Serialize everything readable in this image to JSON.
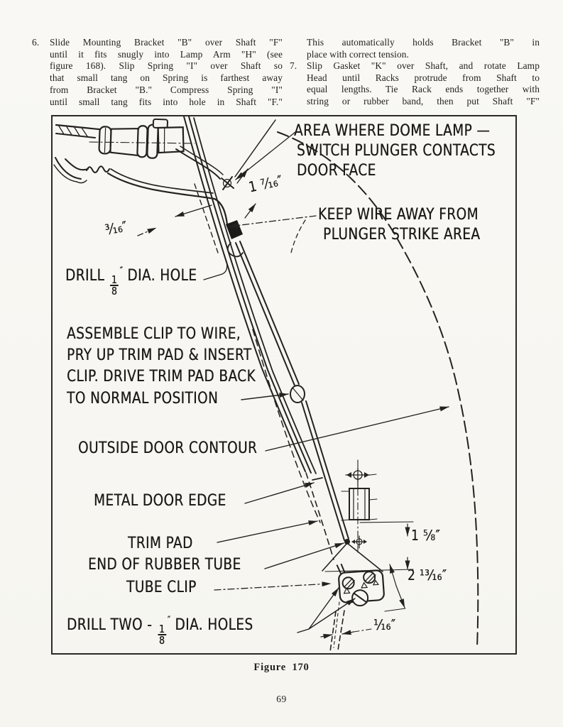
{
  "page": {
    "background": "#f7f6f2",
    "ink": "#242220",
    "number": "69"
  },
  "instructions": {
    "item6": {
      "number": "6.",
      "lines": [
        "Slide Mounting Bracket \"B\" over Shaft \"F\"",
        "until it fits snugly into Lamp Arm \"H\" (see",
        "figure 168).  Slip Spring \"I\" over Shaft so",
        "that small tang on Spring is farthest away",
        "from Bracket \"B.\"  Compress Spring \"I\"",
        "until small tang fits into hole in Shaft \"F.\""
      ]
    },
    "item7_intro": {
      "lines": [
        "This automatically holds Bracket \"B\" in",
        "place with correct tension."
      ]
    },
    "item7": {
      "number": "7.",
      "lines": [
        "Slip Gasket \"K\" over Shaft, and rotate Lamp",
        "Head until Racks protrude from Shaft to",
        "equal lengths.  Tie Rack ends together with",
        "string or rubber band, then put Shaft \"F\""
      ]
    }
  },
  "figure": {
    "caption": "Figure 170",
    "labels": {
      "area1": "AREA WHERE DOME LAMP —",
      "area2": "SWITCH PLUNGER CONTACTS",
      "area3": "DOOR FACE",
      "keep1": "KEEP WIRE AWAY FROM",
      "keep2": "PLUNGER STRIKE AREA",
      "assemble1": "ASSEMBLE CLIP TO WIRE,",
      "assemble2": "PRY UP TRIM PAD & INSERT",
      "assemble3": "CLIP. DRIVE TRIM PAD BACK",
      "assemble4": "TO NORMAL POSITION",
      "contour": "OUTSIDE DOOR CONTOUR",
      "metal_edge": "METAL DOOR EDGE",
      "trim_pad": "TRIM PAD",
      "rubber_tube": "END OF RUBBER TUBE",
      "tube_clip": "TUBE CLIP"
    },
    "dims": {
      "door_face": "1 ⁷⁄₁₆″",
      "hole_offset": "³⁄₁₆″",
      "bracket_vertical": "1 ⁵⁄₈″",
      "bracket_diagonal": "2 ¹³⁄₁₆″",
      "hole_spacing": "¹⁄₁₆″"
    },
    "drill_hole": {
      "pre": "DRILL",
      "num": "1",
      "den": "8",
      "unit": "″",
      "post": "DIA. HOLE"
    },
    "drill_two": {
      "pre": "DRILL TWO -",
      "num": "1",
      "den": "8",
      "unit": "″",
      "post": "DIA. HOLES"
    }
  }
}
